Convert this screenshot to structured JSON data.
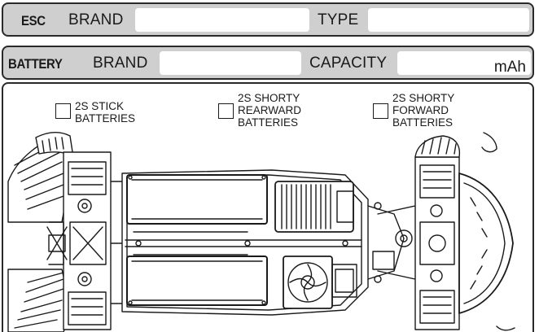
{
  "esc": {
    "tag": "ESC",
    "brand_label": "BRAND",
    "type_label": "TYPE",
    "brand_value": "",
    "type_value": ""
  },
  "battery": {
    "tag": "BATTERY",
    "brand_label": "BRAND",
    "capacity_label": "CAPACITY",
    "capacity_unit": "mAh",
    "brand_value": "",
    "capacity_value": ""
  },
  "battery_options": [
    {
      "label": "2S STICK\nBATTERIES",
      "checked": false
    },
    {
      "label": "2S SHORTY\nREARWARD\nBATTERIES",
      "checked": false
    },
    {
      "label": "2S SHORTY\nFORWARD\nBATTERIES",
      "checked": false
    }
  ],
  "colors": {
    "header_band": "#cfcfcf",
    "line": "#1a1a1a",
    "paper": "#ffffff"
  }
}
